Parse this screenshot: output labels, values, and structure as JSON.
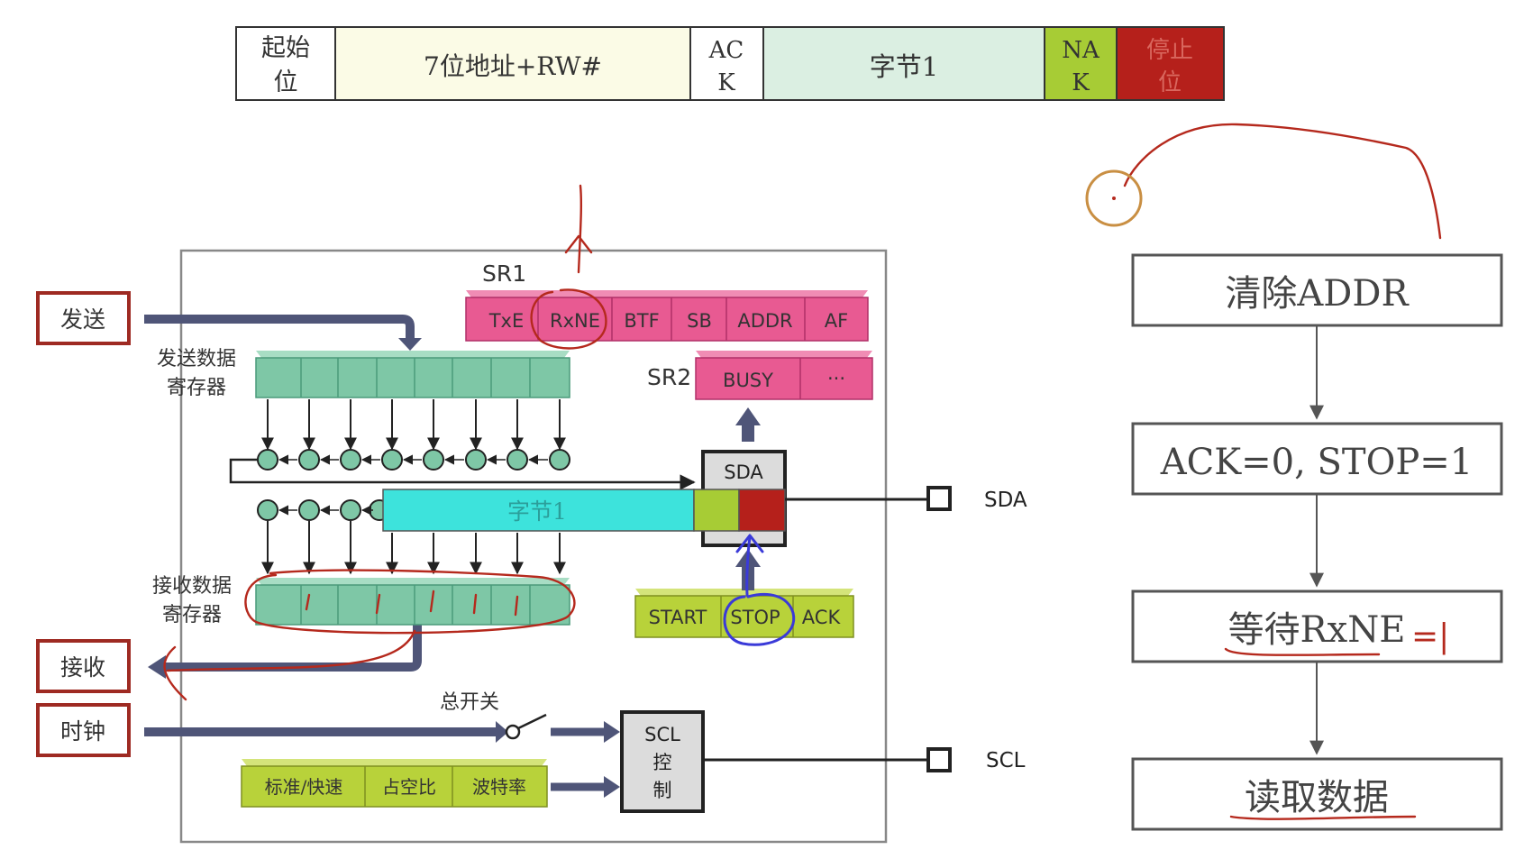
{
  "frame": {
    "start_l1": "起始",
    "start_l2": "位",
    "addr": "7位地址+RW#",
    "ack_l1": "AC",
    "ack_l2": "K",
    "byte": "字节1",
    "nak_l1": "NA",
    "nak_l2": "K",
    "stop_l1": "停止",
    "stop_l2": "位"
  },
  "colors": {
    "addr_fill": "#fbfbe6",
    "byte_fill": "#dbefe2",
    "nak_fill": "#a7cc35",
    "stop_fill": "#b5201b",
    "register_pink": "#e85a92",
    "shift_cyan": "#3de3dc",
    "data_reg_green": "#7ec7a6",
    "control_lime": "#b8d23a",
    "annotation_red": "#b5291d",
    "annotation_blue": "#3a3ad8"
  },
  "block": {
    "sr1_label": "SR1",
    "sr1_bits": [
      "TxE",
      "RxNE",
      "BTF",
      "SB",
      "ADDR",
      "AF"
    ],
    "sr2_label": "SR2",
    "sr2_bits": [
      "BUSY",
      "···"
    ],
    "send_button": "发送",
    "recv_button": "接收",
    "clock_button": "时钟",
    "tx_reg_l1": "发送数据",
    "tx_reg_l2": "寄存器",
    "rx_reg_l1": "接收数据",
    "rx_reg_l2": "寄存器",
    "sda_box": "SDA",
    "shift_byte": "字节1",
    "ctrl_bits": [
      "START",
      "STOP",
      "ACK"
    ],
    "switch_label": "总开关",
    "scl_box_l1": "SCL",
    "scl_box_l2": "控",
    "scl_box_l3": "制",
    "clk_bits": [
      "标准/快速",
      "占空比",
      "波特率"
    ],
    "pin_sda": "SDA",
    "pin_scl": "SCL"
  },
  "flowchart": {
    "steps": [
      "清除ADDR",
      "ACK=0, STOP=1",
      "等待RxNE",
      "读取数据"
    ],
    "annotation_eq1": "=|"
  }
}
